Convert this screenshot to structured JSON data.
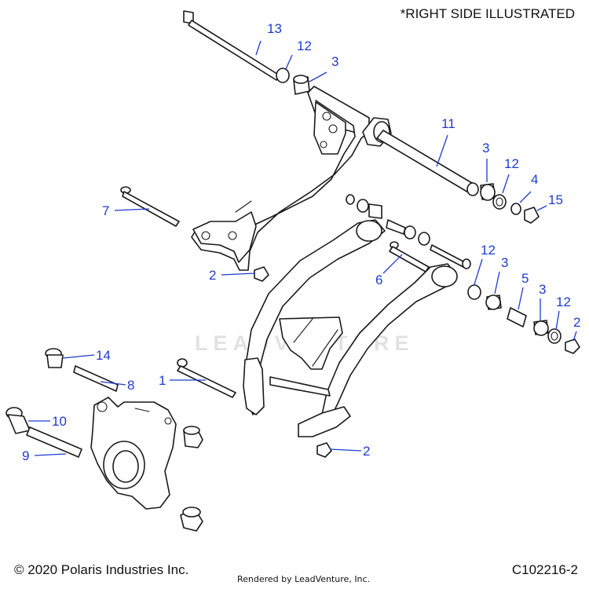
{
  "header_note": "*RIGHT SIDE ILLUSTRATED",
  "footer": {
    "copyright": "© 2020 Polaris Industries Inc.",
    "rendered_by": "Rendered by LeadVenture, Inc.",
    "reference_code": "C102216-2"
  },
  "watermark": "LEADVENTURE",
  "callouts": [
    {
      "id": "13"
    },
    {
      "id": "12"
    },
    {
      "id": "3"
    },
    {
      "id": "11"
    },
    {
      "id": "3"
    },
    {
      "id": "12"
    },
    {
      "id": "4"
    },
    {
      "id": "15"
    },
    {
      "id": "7"
    },
    {
      "id": "2"
    },
    {
      "id": "12"
    },
    {
      "id": "3"
    },
    {
      "id": "6"
    },
    {
      "id": "5"
    },
    {
      "id": "3"
    },
    {
      "id": "12"
    },
    {
      "id": "2"
    },
    {
      "id": "14"
    },
    {
      "id": "1"
    },
    {
      "id": "8"
    },
    {
      "id": "10"
    },
    {
      "id": "9"
    },
    {
      "id": "2"
    }
  ],
  "colors": {
    "callout": "#1f3ad0",
    "line": "#1a1a1a",
    "watermark": "#e2e2e2"
  }
}
